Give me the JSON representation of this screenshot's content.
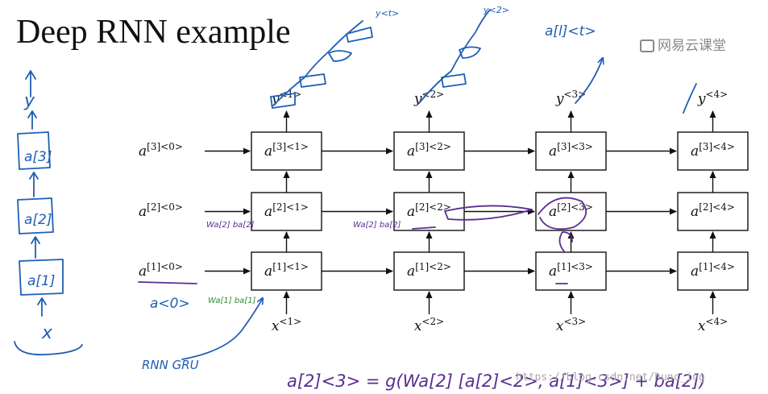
{
  "title": "Deep RNN example",
  "logo_text": "网易云课堂",
  "watermark": "https://blog.csdn.net/hunc_ing",
  "grid": {
    "columns": [
      "<1>",
      "<2>",
      "<3>",
      "<4>"
    ],
    "layers": [
      "[3]",
      "[2]",
      "[1]"
    ],
    "initial_states": [
      "[3]<0>",
      "[2]<0>",
      "[1]<0>"
    ],
    "output_labels": [
      "<1>",
      "<2>",
      "<3>",
      "<4>"
    ],
    "input_labels": [
      "<1>",
      "<2>",
      "<3>",
      "<4>"
    ]
  },
  "handwriting": {
    "y_t": "y<t>",
    "y_2": "y<2>",
    "a_l_t": "a[l]<t>",
    "a0": "a<0>",
    "rnn_gru": "RNN GRU",
    "weights_layer2": "Wa[2] ba[2]",
    "weights_layer1": "Wa[1] ba[1]",
    "formula": "a[2]<3> = g(Wa[2] [a[2]<2>, a[1]<3>] + ba[2])",
    "left_y": "y",
    "left_x": "x",
    "left_a3": "a[3]",
    "left_a2": "a[2]",
    "left_a1": "a[1]"
  },
  "colors": {
    "ink_blue": "#1f5fb5",
    "ink_purple": "#5a2d91",
    "ink_green": "#2e8b3a"
  }
}
